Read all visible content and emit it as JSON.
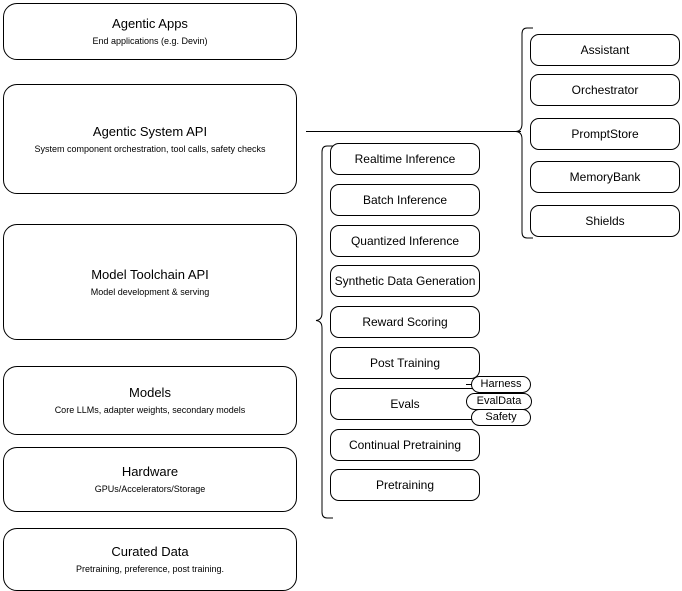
{
  "diagram": {
    "title": "AI stack layered architecture diagram",
    "background_color": "#ffffff",
    "stroke_color": "#000000",
    "layers": [
      {
        "name": "agentic-apps",
        "title": "Agentic Apps",
        "subtitle": "End applications (e.g. Devin)"
      },
      {
        "name": "agentic-system-api",
        "title": "Agentic System API",
        "subtitle": "System component orchestration, tool calls, safety checks"
      },
      {
        "name": "model-toolchain-api",
        "title": "Model Toolchain API",
        "subtitle": "Model development & serving"
      },
      {
        "name": "models",
        "title": "Models",
        "subtitle": "Core LLMs, adapter weights, secondary models"
      },
      {
        "name": "hardware",
        "title": "Hardware",
        "subtitle": "GPUs/Accelerators/Storage"
      },
      {
        "name": "curated-data",
        "title": "Curated Data",
        "subtitle": "Pretraining, preference, post training."
      }
    ],
    "toolchain_components": [
      {
        "name": "realtime-inference",
        "label": "Realtime Inference"
      },
      {
        "name": "batch-inference",
        "label": "Batch Inference"
      },
      {
        "name": "quantized-inference",
        "label": "Quantized Inference"
      },
      {
        "name": "synthetic-data-generation",
        "label": "Synthetic Data Generation"
      },
      {
        "name": "reward-scoring",
        "label": "Reward Scoring"
      },
      {
        "name": "post-training",
        "label": "Post Training"
      },
      {
        "name": "evals",
        "label": "Evals"
      },
      {
        "name": "continual-pretraining",
        "label": "Continual Pretraining"
      },
      {
        "name": "pretraining",
        "label": "Pretraining"
      }
    ],
    "eval_tags": [
      {
        "name": "harness",
        "label": "Harness"
      },
      {
        "name": "evaldata",
        "label": "EvalData"
      },
      {
        "name": "safety",
        "label": "Safety"
      }
    ],
    "system_components": [
      {
        "name": "assistant",
        "label": "Assistant"
      },
      {
        "name": "orchestrator",
        "label": "Orchestrator"
      },
      {
        "name": "promptstore",
        "label": "PromptStore"
      },
      {
        "name": "memorybank",
        "label": "MemoryBank"
      },
      {
        "name": "shields",
        "label": "Shields"
      }
    ]
  }
}
